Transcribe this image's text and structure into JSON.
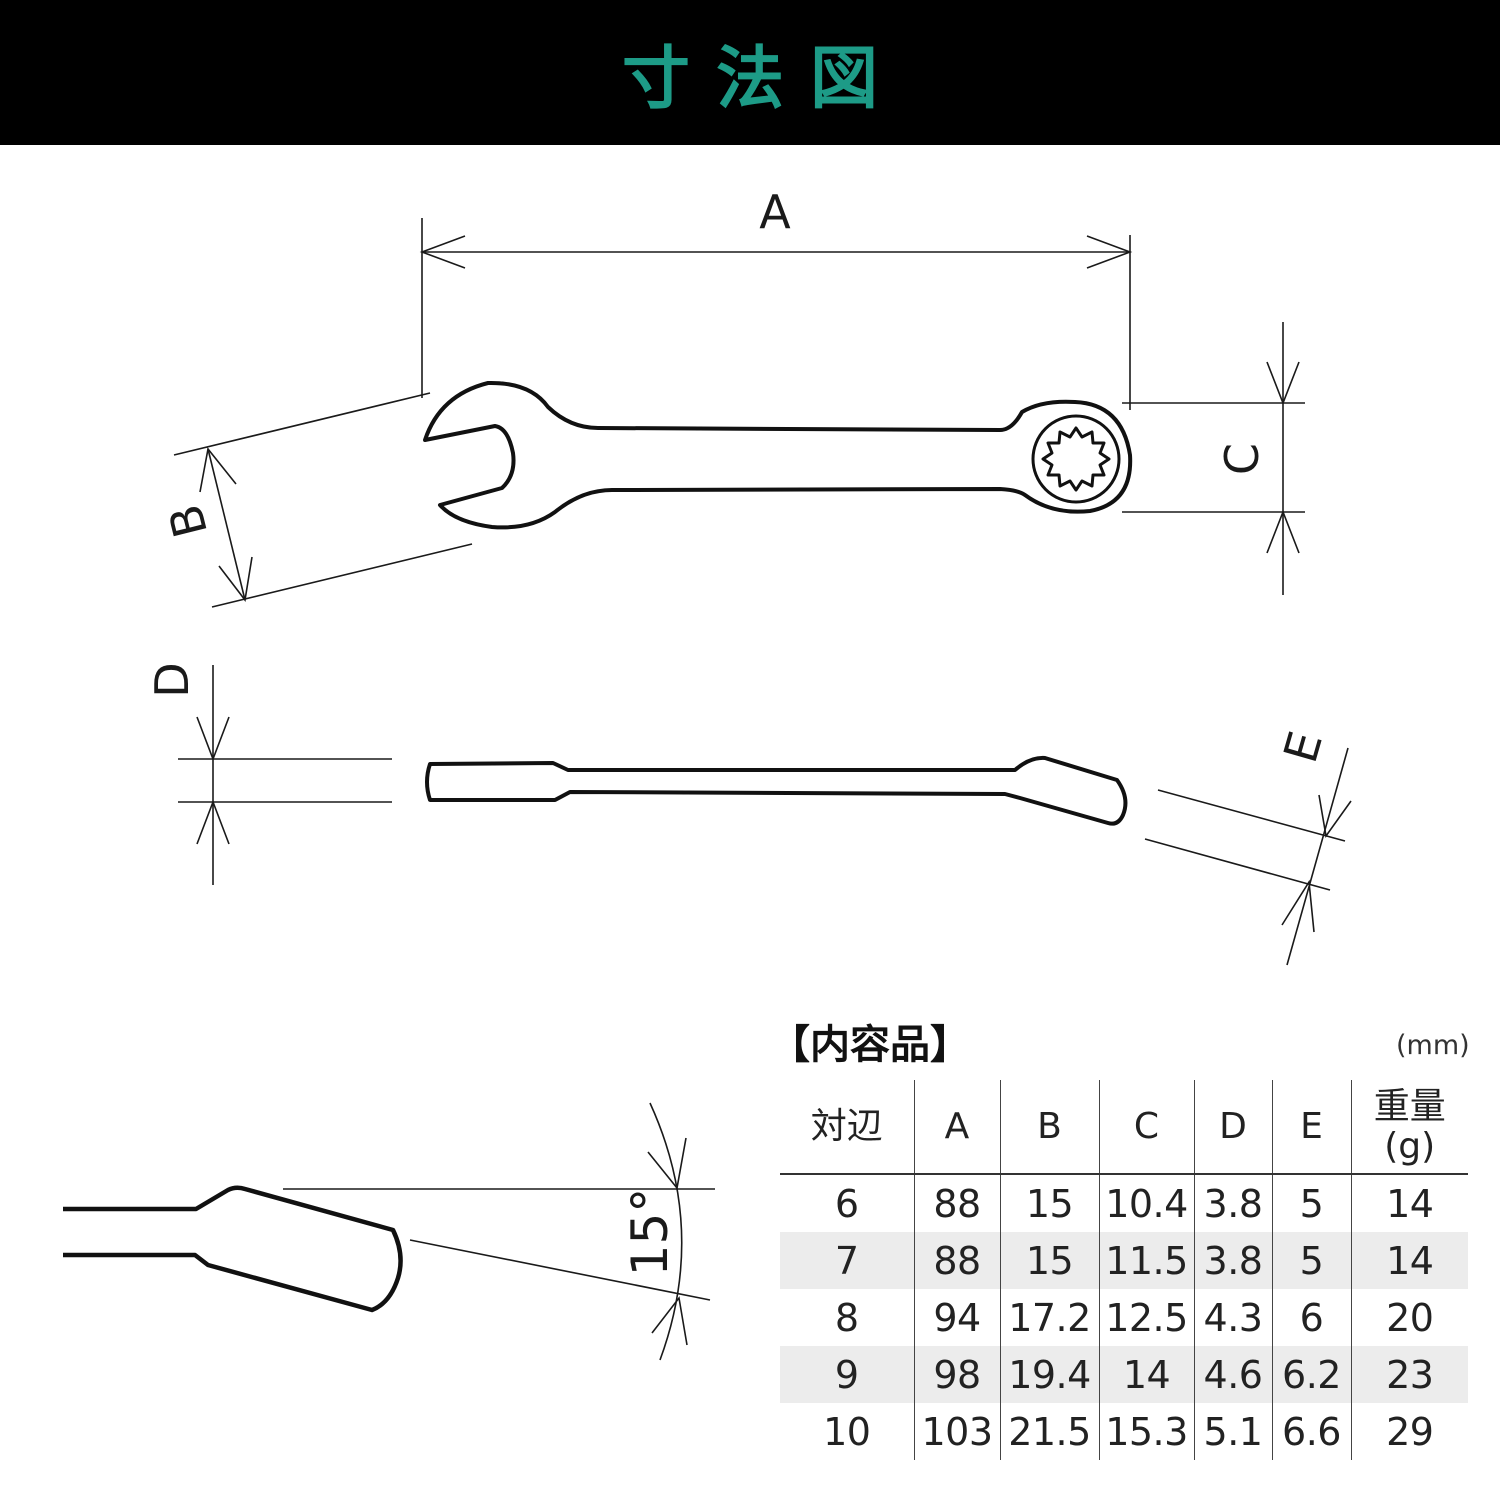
{
  "header": {
    "title": "寸法図"
  },
  "diagram": {
    "labels": {
      "a": "A",
      "b": "B",
      "c": "C",
      "d": "D",
      "e": "E",
      "angle": "15°"
    },
    "line_color": "#1a1a1a"
  },
  "contents": {
    "title": "【内容品】",
    "unit": "(mm)",
    "columns": [
      "対辺",
      "A",
      "B",
      "C",
      "D",
      "E"
    ],
    "weight_header": {
      "line1": "重量",
      "line2": "(g)"
    },
    "rows": [
      [
        "6",
        "88",
        "15",
        "10.4",
        "3.8",
        "5",
        "14"
      ],
      [
        "7",
        "88",
        "15",
        "11.5",
        "3.8",
        "5",
        "14"
      ],
      [
        "8",
        "94",
        "17.2",
        "12.5",
        "4.3",
        "6",
        "20"
      ],
      [
        "9",
        "98",
        "19.4",
        "14",
        "4.6",
        "6.2",
        "23"
      ],
      [
        "10",
        "103",
        "21.5",
        "15.3",
        "5.1",
        "6.6",
        "29"
      ]
    ]
  },
  "colors": {
    "header_bg": "#000000",
    "title_accent": "#1d9b87",
    "stripe": "#ececec"
  }
}
